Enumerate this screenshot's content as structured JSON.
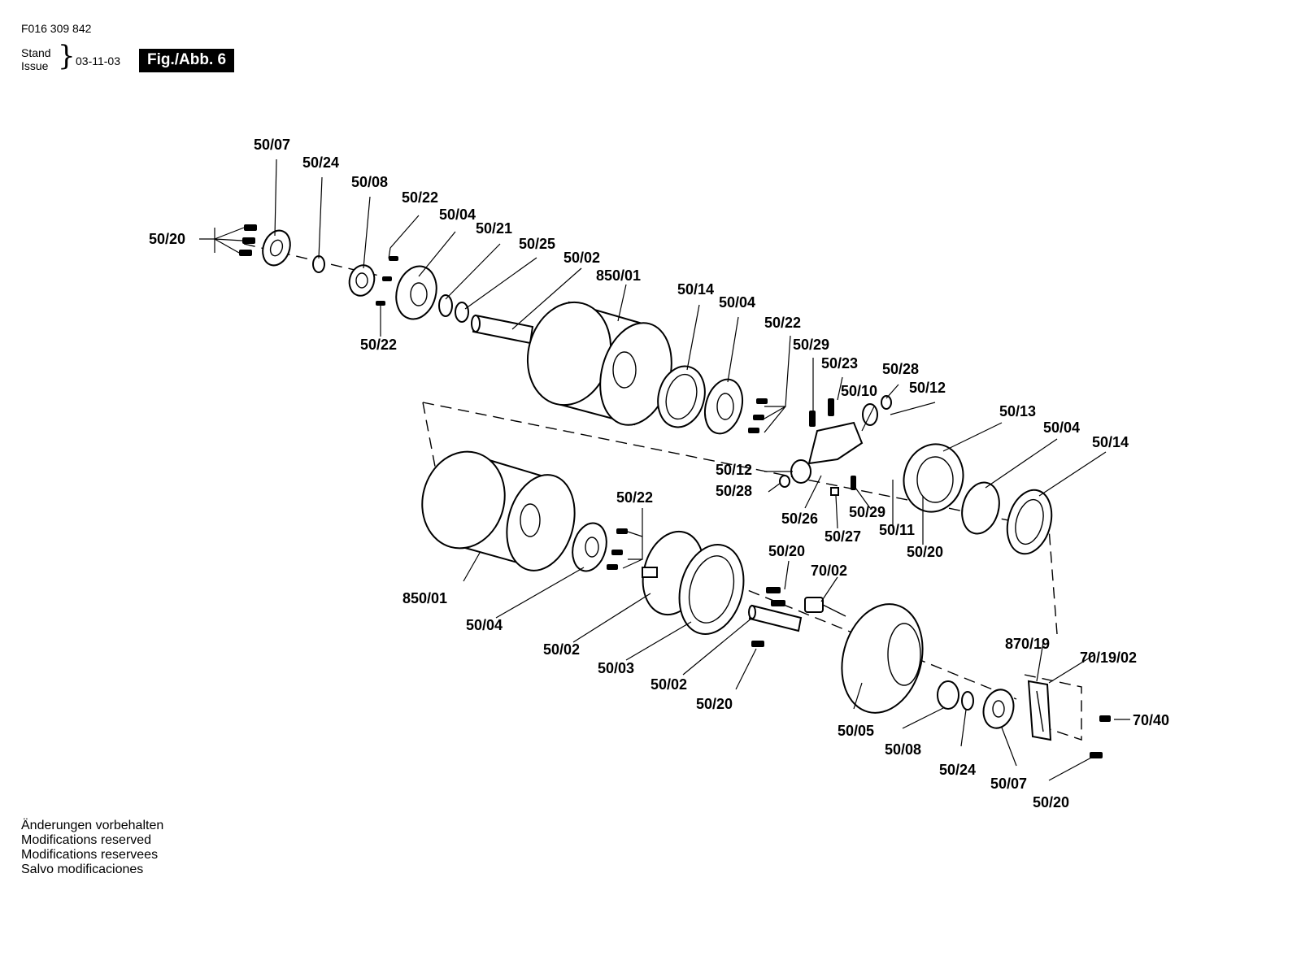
{
  "header": {
    "doc_number": "F016 309 842",
    "stand_label": "Stand",
    "issue_label": "Issue",
    "date": "03-11-03",
    "figure_label": "Fig./Abb. 6"
  },
  "notes": [
    "Änderungen vorbehalten",
    "Modifications reserved",
    "Modifications reservees",
    "Salvo modificaciones"
  ],
  "labels": {
    "p50_07_top": "50/07",
    "p50_24_top": "50/24",
    "p50_08_top": "50/08",
    "p50_22_a": "50/22",
    "p50_04_a": "50/04",
    "p50_21": "50/21",
    "p50_25": "50/25",
    "p50_02_a": "50/02",
    "p850_01_a": "850/01",
    "p50_20_left": "50/20",
    "p50_22_b": "50/22",
    "p50_14_a": "50/14",
    "p50_04_b": "50/04",
    "p50_22_c": "50/22",
    "p50_29_a": "50/29",
    "p50_23": "50/23",
    "p50_10": "50/10",
    "p50_28_a": "50/28",
    "p50_12_a": "50/12",
    "p50_13": "50/13",
    "p50_04_c": "50/04",
    "p50_14_b": "50/14",
    "p50_12_b": "50/12",
    "p50_28_b": "50/28",
    "p50_26": "50/26",
    "p50_27": "50/27",
    "p50_29_b": "50/29",
    "p50_11": "50/11",
    "p50_20_c": "50/20",
    "p50_22_d": "50/22",
    "p850_01_b": "850/01",
    "p50_04_d": "50/04",
    "p50_20_d": "50/20",
    "p70_02": "70/02",
    "p50_02_b": "50/02",
    "p50_03": "50/03",
    "p50_02_c": "50/02",
    "p50_20_e": "50/20",
    "p50_05": "50/05",
    "p50_08_b": "50/08",
    "p50_24_b": "50/24",
    "p50_07_b": "50/07",
    "p50_20_f": "50/20",
    "p870_19": "870/19",
    "p70_19_02": "70/19/02",
    "p70_40": "70/40"
  }
}
